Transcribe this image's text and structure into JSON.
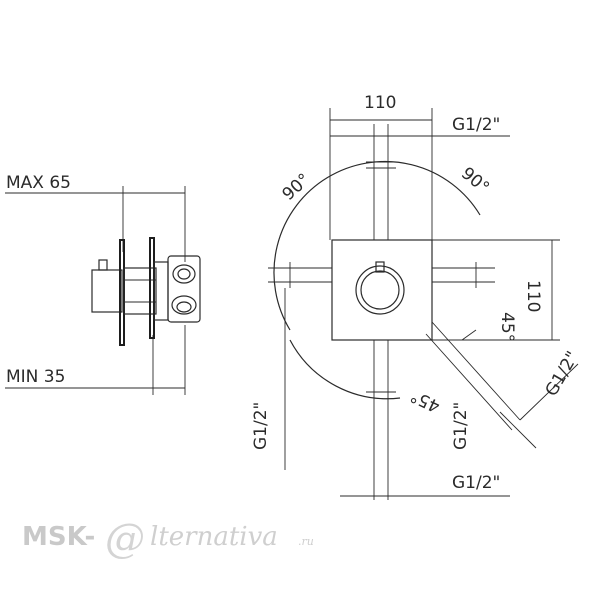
{
  "side_view": {
    "max_label": "MAX 65",
    "min_label": "MIN 35"
  },
  "front_view": {
    "width_label": "110",
    "height_label": "110",
    "angle_left_top": "90°",
    "angle_right_top": "90°",
    "angle_right": "45°",
    "angle_bottom": "45°",
    "thread_top_right": "G1/2\"",
    "thread_left": "G1/2\"",
    "thread_bottom_right": "G1/2\"",
    "thread_diagonal_mid": "G1/2\"",
    "thread_diagonal_far": "G1/2\""
  },
  "watermark": {
    "brand": "MSK-",
    "at_sign": "@",
    "word": "lternativa",
    "tld": ".ru"
  }
}
